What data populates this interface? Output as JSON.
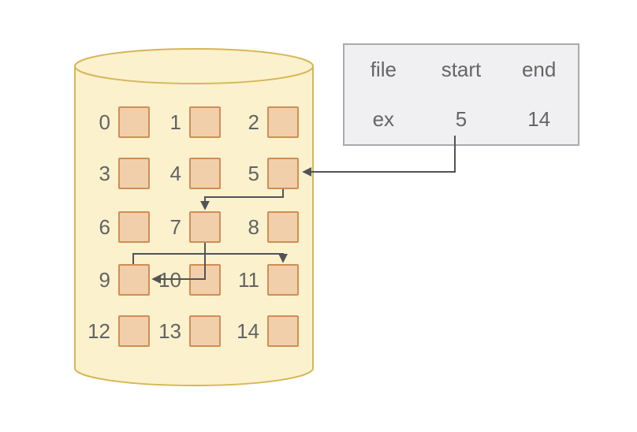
{
  "disk": {
    "name": "disk",
    "blocks": [
      {
        "label": "0"
      },
      {
        "label": "1"
      },
      {
        "label": "2"
      },
      {
        "label": "3"
      },
      {
        "label": "4"
      },
      {
        "label": "5"
      },
      {
        "label": "6"
      },
      {
        "label": "7"
      },
      {
        "label": "8"
      },
      {
        "label": "9"
      },
      {
        "label": "10"
      },
      {
        "label": "11"
      },
      {
        "label": "12"
      },
      {
        "label": "13"
      },
      {
        "label": "14"
      }
    ]
  },
  "allocation_table": {
    "headers": {
      "file": "file",
      "start": "start",
      "end": "end"
    },
    "row": {
      "file": "ex",
      "start": "5",
      "end": "14"
    }
  },
  "links": [
    {
      "from": "table-start-5",
      "to": "block-5"
    },
    {
      "from": "block-5",
      "to": "block-7"
    },
    {
      "from": "block-7",
      "to": "block-9"
    },
    {
      "from": "block-9",
      "to": "block-11"
    }
  ],
  "colors": {
    "cylinder_fill": "#fbf1cd",
    "cylinder_stroke": "#d6b656",
    "block_fill": "#f2cfab",
    "block_stroke": "#cf8d55",
    "arrow": "#525356",
    "table_bg": "#f0f0f2",
    "table_border": "#aaaaae",
    "text": "#666666"
  }
}
